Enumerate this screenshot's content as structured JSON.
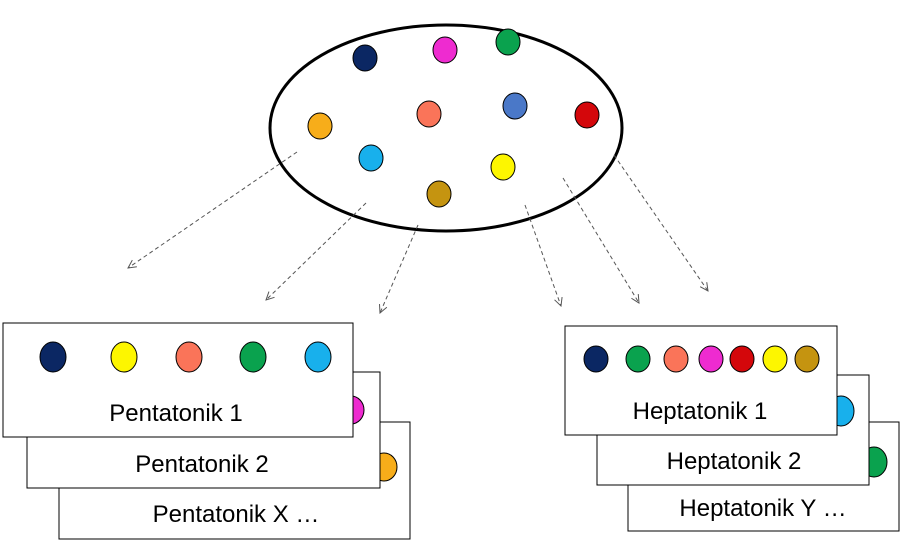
{
  "pool": {
    "note_colors": [
      "#0b2763",
      "#ee2bd0",
      "#0aa24e",
      "#f7ad1a",
      "#fa7459",
      "#4a78c8",
      "#d4070b",
      "#18b0ec",
      "#fdf600",
      "#c59410"
    ]
  },
  "pentatonic": {
    "cards": [
      {
        "label": "Pentatonik X …",
        "note_colors": []
      },
      {
        "label": "Pentatonik 2",
        "note_colors": [
          "#ee2bd0",
          "#f7ad1a"
        ]
      },
      {
        "label": "Pentatonik 1",
        "note_colors": [
          "#0b2763",
          "#fdf600",
          "#fa7459",
          "#0aa24e",
          "#18b0ec"
        ]
      }
    ]
  },
  "heptatonic": {
    "cards": [
      {
        "label": "Heptatonik  Y …",
        "note_colors": []
      },
      {
        "label": "Heptatonik 2",
        "note_colors": [
          "#18b0ec",
          "#0aa24e"
        ]
      },
      {
        "label": "Heptatonik 1",
        "note_colors": [
          "#0b2763",
          "#0aa24e",
          "#fa7459",
          "#ee2bd0",
          "#d4070b",
          "#fdf600",
          "#c59410"
        ]
      }
    ]
  }
}
